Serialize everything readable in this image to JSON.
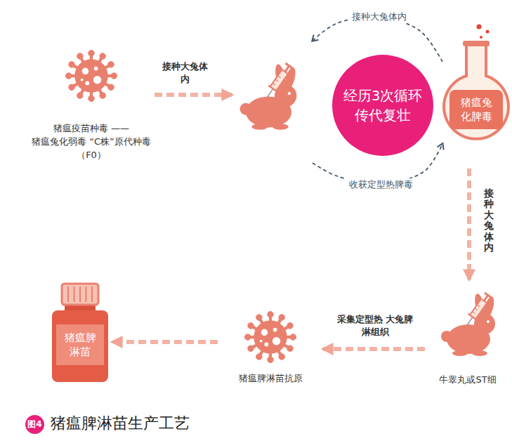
{
  "diagram": {
    "title": "猪瘟脾淋苗生产工艺",
    "nodes": [
      {
        "text": [
          "猪瘟疫苗种毒 ——猪瘟兔化弱毒 “C株”原代种毒（F0）"
        ]
      },
      {
        "text": [
          "经历3次循环 传代复壮"
        ]
      },
      {
        "text": [
          "猪瘟兔化脾毒"
        ]
      },
      {
        "text": [
          "牛睾丸或ST细"
        ]
      },
      {
        "text": [
          "猪瘟脾淋苗抗原"
        ]
      },
      {
        "text": [
          "猪瘟脾淋苗"
        ]
      }
    ],
    "edges": [
      {
        "from": 0,
        "to": 1,
        "arrow": "to",
        "label": "接种大兔体内"
      },
      {
        "from": 2,
        "to": 1,
        "arrow": "to",
        "label": "接种大兔体内"
      },
      {
        "from": 1,
        "to": 2,
        "arrow": "to",
        "label": "收获定型热脾毒"
      },
      {
        "from": 2,
        "to": 3,
        "arrow": "to",
        "label": "接种大兔体内"
      },
      {
        "from": 3,
        "to": 4,
        "arrow": "to",
        "label": "采集定型热 大兔脾淋组织"
      },
      {
        "from": 4,
        "to": 5,
        "arrow": "to"
      }
    ],
    "labels": [
      "图4"
    ]
  }
}
